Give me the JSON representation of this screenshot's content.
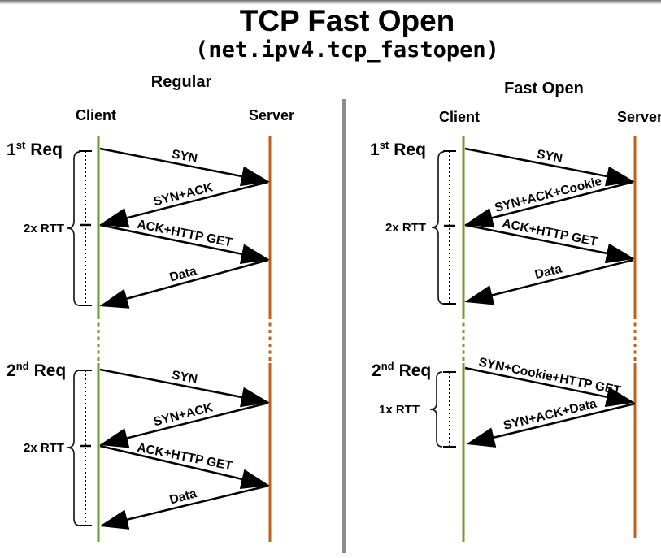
{
  "page": {
    "title": "TCP Fast Open",
    "subtitle": "(net.ipv4.tcp_fastopen)"
  },
  "colors": {
    "client_line": "#6f9a2d",
    "server_line": "#c35f1b",
    "divider": "#8c8c8c",
    "arrow": "#000000"
  },
  "regular": {
    "title": "Regular",
    "client": "Client",
    "server": "Server",
    "req1": {
      "num": "1",
      "sup": "st",
      "word": "Req",
      "rtt": "2x RTT"
    },
    "req2": {
      "num": "2",
      "sup": "nd",
      "word": "Req",
      "rtt": "2x RTT"
    },
    "messages1": [
      "SYN",
      "SYN+ACK",
      "ACK+HTTP GET",
      "Data"
    ],
    "messages2": [
      "SYN",
      "SYN+ACK",
      "ACK+HTTP GET",
      "Data"
    ]
  },
  "fastopen": {
    "title": "Fast Open",
    "client": "Client",
    "server": "Server",
    "req1": {
      "num": "1",
      "sup": "st",
      "word": "Req",
      "rtt": "2x RTT"
    },
    "req2": {
      "num": "2",
      "sup": "nd",
      "word": "Req",
      "rtt": "1x RTT"
    },
    "messages1": [
      "SYN",
      "SYN+ACK+Cookie",
      "ACK+HTTP GET",
      "Data"
    ],
    "messages2": [
      "SYN+Cookie+HTTP GET",
      "SYN+ACK+Data"
    ]
  }
}
